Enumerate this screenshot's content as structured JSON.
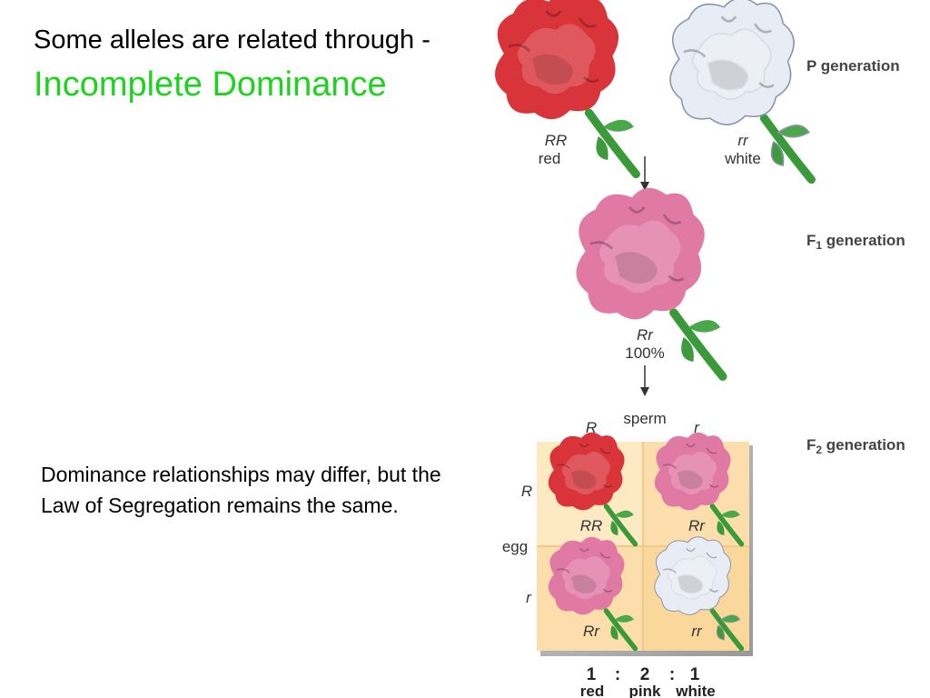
{
  "slide": {
    "title_line1": "Some alleles are related through -",
    "title_line2": "Incomplete Dominance",
    "body": "Dominance relationships may differ, but the Law of Segregation remains the same."
  },
  "figure": {
    "generations": {
      "p": "P generation",
      "f1_letter": "F",
      "f1_sub": "1",
      "f1_rest": " generation",
      "f2_letter": "F",
      "f2_sub": "2",
      "f2_rest": " generation"
    },
    "parents": [
      {
        "genotype": "RR",
        "phenotype": "red"
      },
      {
        "genotype": "rr",
        "phenotype": "white"
      }
    ],
    "f1": {
      "genotype": "Rr",
      "percent": "100%"
    },
    "punnett": {
      "sperm_label": "sperm",
      "egg_label": "egg",
      "sperm_alleles": [
        "R",
        "r"
      ],
      "egg_alleles": [
        "R",
        "r"
      ],
      "cells": [
        "RR",
        "Rr",
        "Rr",
        "rr"
      ]
    },
    "ratio": {
      "numbers": [
        "1",
        ":",
        "2",
        ":",
        "1"
      ],
      "labels": [
        "red",
        "pink",
        "white"
      ]
    },
    "colors": {
      "title_green": "#1fd21f",
      "red_flower": "#d8343a",
      "pink_flower": "#e07aa5",
      "white_flower": "#e8ecf5",
      "stem_green": "#3a9a3a",
      "punnett_light": "#fde9c2",
      "punnett_dark": "#fad79a"
    }
  }
}
